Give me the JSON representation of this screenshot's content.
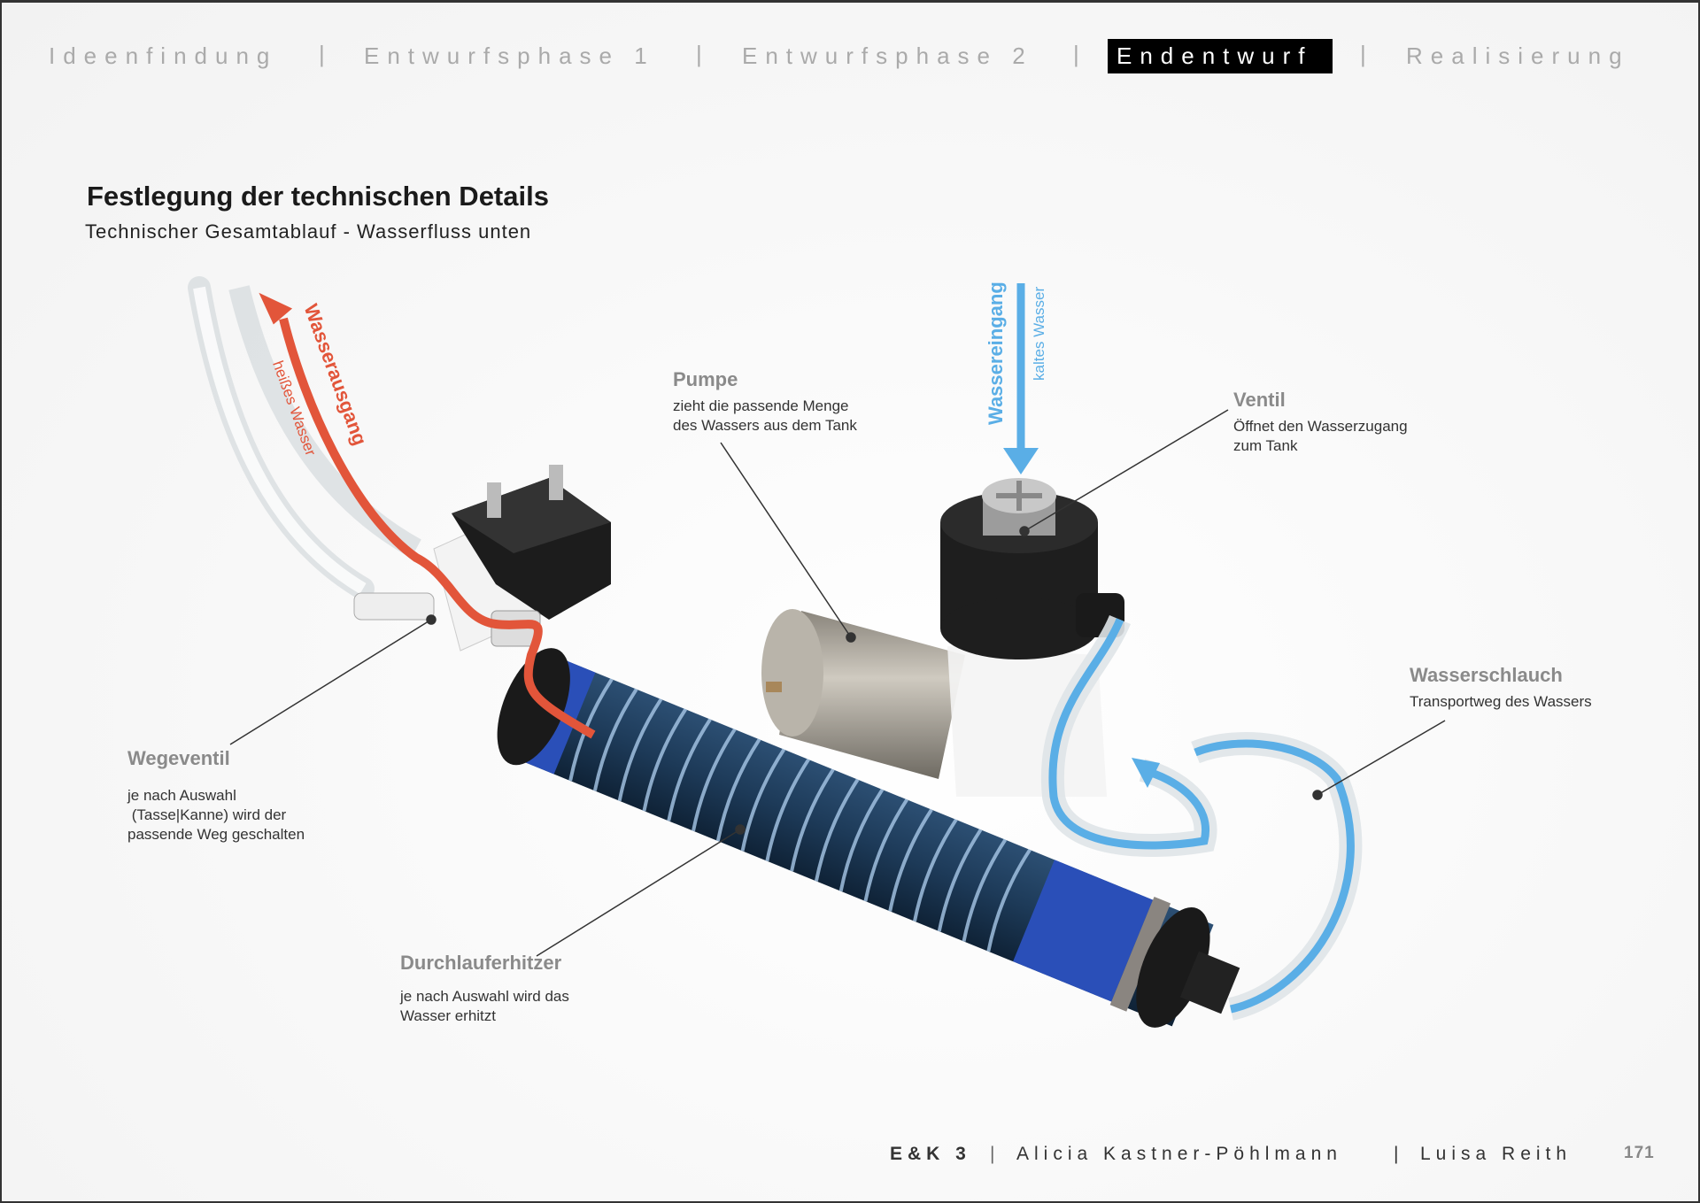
{
  "nav": {
    "items": [
      {
        "label": "Ideenfindung",
        "active": false
      },
      {
        "label": "Entwurfsphase 1",
        "active": false
      },
      {
        "label": "Entwurfsphase 2",
        "active": false
      },
      {
        "label": "Endentwurf",
        "active": true
      },
      {
        "label": "Realisierung",
        "active": false
      }
    ],
    "separator": "|"
  },
  "header": {
    "title": "Festlegung der technischen Details",
    "subtitle": "Technischer Gesamtablauf - Wasserfluss unten"
  },
  "annotations": {
    "pumpe": {
      "title": "Pumpe",
      "text": "zieht die passende Menge\ndes Wassers aus dem Tank"
    },
    "ventil": {
      "title": "Ventil",
      "text": "Öffnet den Wasserzugang\nzum Tank"
    },
    "wasserschlauch": {
      "title": "Wasserschlauch",
      "text": "Transportweg des Wassers"
    },
    "wegeventil": {
      "title": "Wegeventil",
      "text": "je nach Auswahl\n (Tasse|Kanne) wird der\npassende Weg geschalten"
    },
    "durchlauferhitzer": {
      "title": "Durchlauferhitzer",
      "text": "je nach Auswahl wird das\nWasser erhitzt"
    },
    "wassereingang": {
      "title": "Wassereingang",
      "text": "kaltes Wasser"
    },
    "wasserausgang": {
      "title": "Wasserausgang",
      "text": "heißes Wasser"
    }
  },
  "colors": {
    "hot": "#e2553a",
    "cold": "#5aaee6",
    "heater": "#1d3a58"
  },
  "footer": {
    "course": "E&K 3",
    "author1": "Alicia Kastner-Pöhlmann",
    "author2": "Luisa Reith",
    "separator": "|",
    "page": "171"
  }
}
